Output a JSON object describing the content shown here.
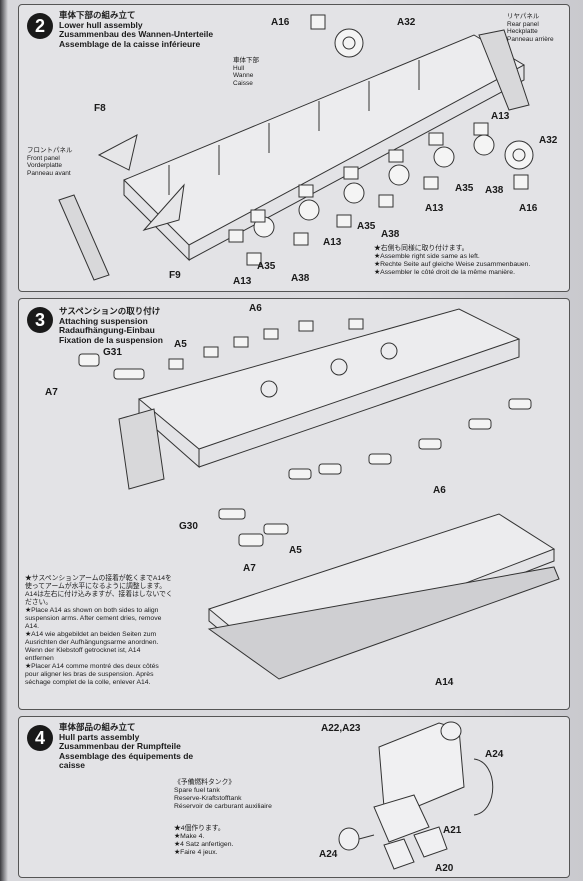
{
  "step2": {
    "number": "2",
    "title_lines": [
      "車体下部の組み立て",
      "Lower hull assembly",
      "Zusammenbau des Wannen-Unterteile",
      "Assemblage de la caisse inférieure"
    ],
    "hull_label": [
      "車体下部",
      "Hull",
      "Wanne",
      "Caisse"
    ],
    "rear_panel_label": [
      "リヤパネル",
      "Rear panel",
      "Heckplatte",
      "Panneau arrière"
    ],
    "front_panel_label": [
      "フロントパネル",
      "Front panel",
      "Vorderplatte",
      "Panneau avant"
    ],
    "parts": {
      "A16_top": "A16",
      "A32_top": "A32",
      "F8": "F8",
      "A13_right": "A13",
      "A32_right": "A32",
      "A35_right": "A35",
      "A38_right": "A38",
      "A16_right": "A16",
      "A13_mid": "A13",
      "A35_mid": "A35",
      "A38_mid": "A38",
      "A13_low": "A13",
      "F9": "F9",
      "A13_bottom": "A13",
      "A35_bottom": "A35",
      "A38_bottom": "A38"
    },
    "note": [
      "★右側も同様に取り付けます。",
      "★Assemble right side same as left.",
      "★Rechte Seite auf gleiche Weise zusammenbauen.",
      "★Assembler le côté droit de la même manière."
    ]
  },
  "step3": {
    "number": "3",
    "title_lines": [
      "サスペンションの取り付け",
      "Attaching suspension",
      "Radaufhängung-Einbau",
      "Fixation de la suspension"
    ],
    "parts": {
      "A6_top": "A6",
      "A5_top": "A5",
      "G31": "G31",
      "A7_top": "A7",
      "A6_bottom": "A6",
      "G30": "G30",
      "A5_bottom": "A5",
      "A7_bottom": "A7",
      "A14": "A14"
    },
    "note": [
      "★サスペンションアームの接着が乾くまでA14を",
      "使ってアームが水平になるように調整します。",
      "A14は左右に付け込みますが、接着はしないでく",
      "ださい。",
      "★Place A14 as shown on both sides to align",
      "suspension arms. After cement dries, remove",
      "A14.",
      "★A14 wie abgebildet an beiden Seiten zum",
      "Ausrichten der Aufhängungsarme anordnen.",
      "Wenn der Klebstoff getrocknet ist, A14",
      "entfernen",
      "★Placer A14 comme montré des deux côtés",
      "pour aligner les bras de suspension. Après",
      "séchage complet de la colle, enlever A14."
    ]
  },
  "step4": {
    "number": "4",
    "title_lines": [
      "車体部品の組み立て",
      "Hull parts assembly",
      "Zusammenbau der Rumpfteile",
      "Assemblage des équipements de",
      "caisse"
    ],
    "subassembly": [
      "《予備燃料タンク》",
      "Spare fuel tank",
      "Reserve-Kraftstofftank",
      "Réservoir de carburant auxiliaire"
    ],
    "make_note": [
      "★4個作ります。",
      "★Make 4.",
      "★4 Satz anfertigen.",
      "★Faire 4 jeux."
    ],
    "parts": {
      "A22_A23": "A22,A23",
      "A24_top": "A24",
      "A21": "A21",
      "A24_bottom": "A24",
      "A20": "A20"
    }
  }
}
